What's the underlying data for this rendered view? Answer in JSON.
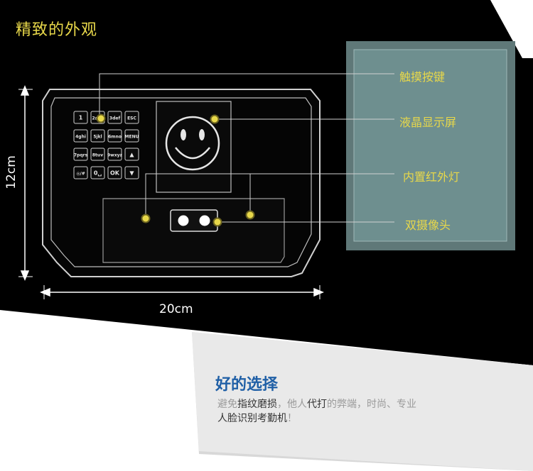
{
  "header": {
    "title": "精致的外观"
  },
  "callouts": {
    "touch_keys": "触摸按键",
    "lcd": "液晶显示屏",
    "infrared": "内置红外灯",
    "dual_camera": "双摄像头"
  },
  "dimensions": {
    "height": "12cm",
    "width": "20cm"
  },
  "keypad": {
    "keys": [
      "1",
      "2abc",
      "3def",
      "ESC",
      "4ghi",
      "5jkl",
      "6mno",
      "MENU",
      "7pqrs",
      "8tuv",
      "9wxyz",
      "▲",
      "◎/#",
      "0␣",
      "OK",
      "▼"
    ]
  },
  "selection": {
    "title": "好的选择",
    "desc_segments": [
      {
        "text": "避免",
        "hl": false
      },
      {
        "text": "指纹磨损",
        "hl": true
      },
      {
        "text": "，他人",
        "hl": false
      },
      {
        "text": "代打",
        "hl": true
      },
      {
        "text": "的弊端，时尚、专业",
        "hl": false
      },
      {
        "text": "人脸识别考勤机",
        "hl": true
      },
      {
        "text": "！",
        "hl": false
      }
    ]
  },
  "colors": {
    "accent_yellow": "#e8d84a",
    "title_blue": "#1f5fa6",
    "panel_teal": "#6e8f8f"
  }
}
